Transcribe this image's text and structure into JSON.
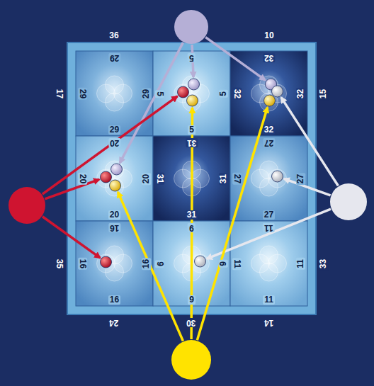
{
  "diagram": {
    "nodes": [
      {
        "text": [
          "29",
          "29",
          "29",
          "29"
        ]
      },
      {
        "text": [
          "5",
          "5",
          "5",
          "5"
        ]
      },
      {
        "text": [
          "32",
          "32",
          "32",
          "32"
        ]
      },
      {
        "text": [
          "20",
          "20",
          "20",
          "20"
        ]
      },
      {
        "text": [
          "31",
          "31",
          "31",
          "31"
        ]
      },
      {
        "text": [
          "27",
          "27",
          "27",
          "27"
        ]
      },
      {
        "text": [
          "16",
          "16",
          "16",
          "16"
        ]
      },
      {
        "text": [
          "9",
          "9",
          "9",
          "9"
        ]
      },
      {
        "text": [
          "11",
          "11",
          "11",
          "11"
        ]
      }
    ],
    "labels": [
      "36",
      "10",
      "17",
      "15",
      "35",
      "33",
      "24",
      "30",
      "14"
    ]
  }
}
